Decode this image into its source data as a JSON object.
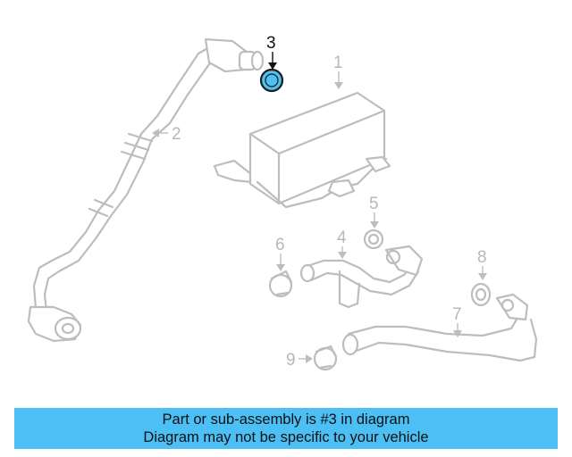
{
  "diagram": {
    "highlighted_part": "3",
    "highlight_color": "#4cc0f4",
    "callouts": [
      "1",
      "2",
      "3",
      "4",
      "5",
      "6",
      "7",
      "8",
      "9"
    ]
  },
  "banner": {
    "line1": "Part or sub-assembly is #3 in diagram",
    "line2": "Diagram may not be specific to your vehicle",
    "background": "#4cc0f4"
  }
}
